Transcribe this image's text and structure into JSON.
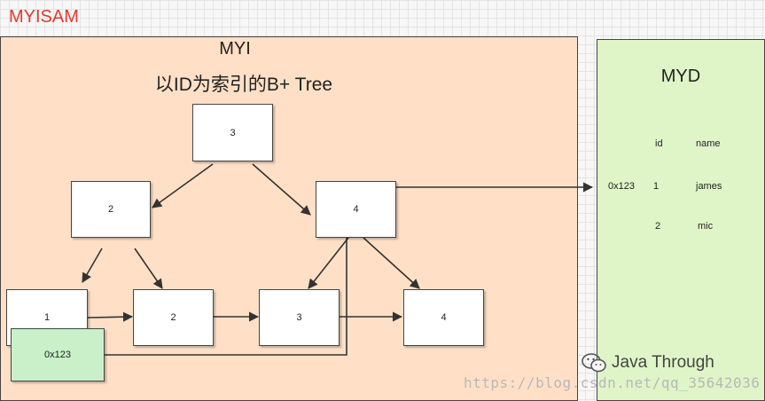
{
  "title": "MYISAM",
  "myi": {
    "title": "MYI",
    "subtitle": "以ID为索引的B+ Tree",
    "nodes": {
      "root": "3",
      "left": "2",
      "right": "4",
      "leaf1": "1",
      "leaf2": "2",
      "leaf3": "3",
      "leaf4": "4"
    },
    "address": "0x123"
  },
  "myd": {
    "title": "MYD",
    "headers": [
      "id",
      "name"
    ],
    "rows": [
      {
        "addr": "0x123",
        "id": "1",
        "name": "james"
      },
      {
        "addr": "",
        "id": "2",
        "name": "mic"
      }
    ]
  },
  "watermark": {
    "brand": "Java Through",
    "url": "https://blog.csdn.net/qq_35642036",
    "brand_icon": "wechat-icon"
  },
  "colors": {
    "title": "#e03a2f",
    "myi_fill": "#ffe0c6",
    "myd_fill": "#dff5c8",
    "address_fill": "#c9f0c8"
  }
}
